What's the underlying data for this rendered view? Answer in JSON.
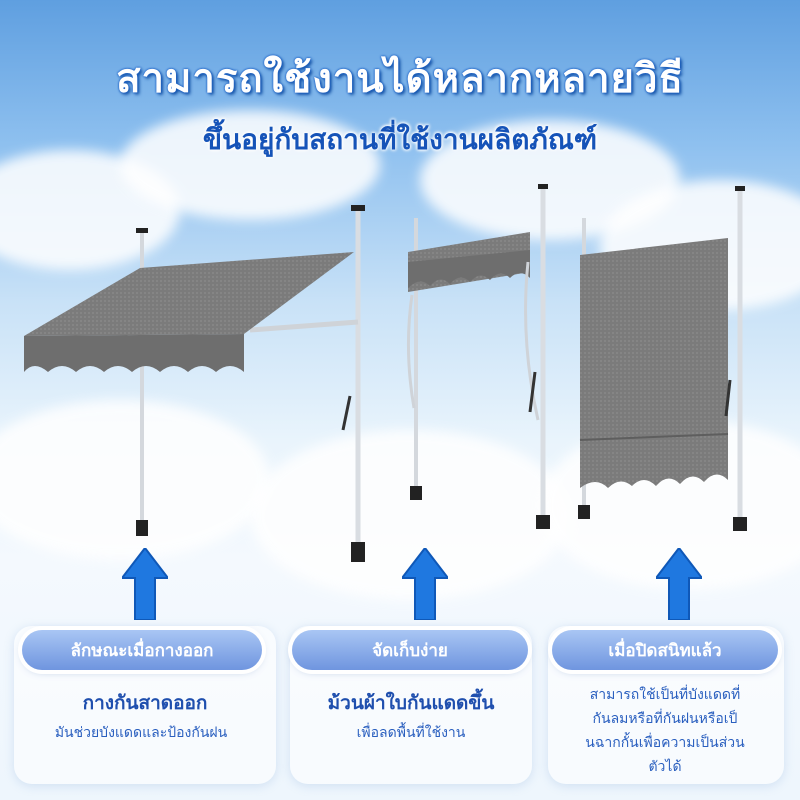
{
  "title": "สามารถใช้งานได้หลากหลายวิธี",
  "subtitle": "ขึ้นอยู่กับสถานที่ใช้งานผลิตภัณฑ์",
  "panels": [
    {
      "label": "ลักษณะเมื่อกางออก",
      "heading": "กางกันสาดออก",
      "text": "มันช่วยบังแดดและป้องกันฝน"
    },
    {
      "label": "จัดเก็บง่าย",
      "heading": "ม้วนผ้าใบกันแดดขึ้น",
      "text": "เพื่อลดพื้นที่ใช้งาน"
    },
    {
      "label": "เมื่อปิดสนิทแล้ว",
      "text_lines": [
        "สามารถใช้เป็นที่บังแดดที่",
        "กันลมหรือที่กันฝนหรือเป็",
        "นฉากกั้นเพื่อความเป็นส่วน",
        "ตัวได้"
      ]
    }
  ],
  "colors": {
    "fabric": "#7b7b7b",
    "pole": "#d9dde2",
    "arrow": "#1f78e0",
    "pill": "#7f9fe6"
  }
}
